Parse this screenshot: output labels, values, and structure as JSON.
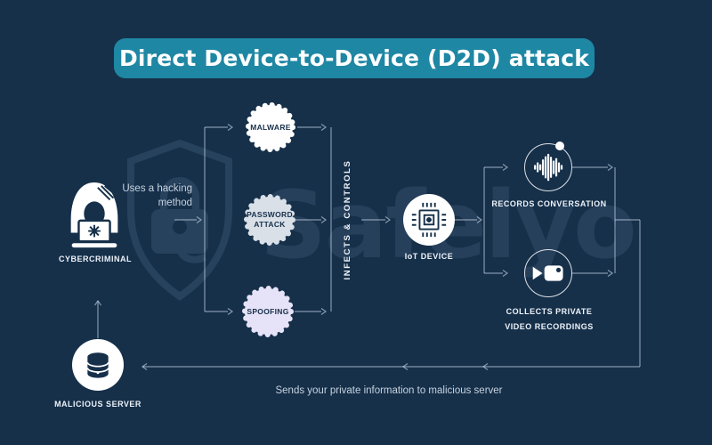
{
  "title": "Direct Device-to-Device (D2D) attack",
  "watermark": {
    "brand": "Safelyo"
  },
  "colors": {
    "background": "#16304a",
    "banner": "#1e87a4",
    "malware_fill": "#ffffff",
    "password_fill": "#d9e0e8",
    "spoofing_fill": "#e6e2f7",
    "line": "#cdduse",
    "label_text": "#eef3f9",
    "dark_text": "#17304a"
  },
  "nodes": {
    "cybercriminal": {
      "label": "CYBERCRIMINAL"
    },
    "malware": {
      "label": "MALWARE"
    },
    "password_attack": {
      "label": "PASSWORD ATTACK"
    },
    "spoofing": {
      "label": "SPOOFING"
    },
    "iot_device": {
      "label": "IoT DEVICE"
    },
    "records_conversation": {
      "label": "RECORDS CONVERSATION"
    },
    "collects_video": {
      "label_line1": "COLLECTS PRIVATE",
      "label_line2": "VIDEO RECORDINGS"
    },
    "malicious_server": {
      "label": "MALICIOUS SERVER"
    }
  },
  "annotations": {
    "uses_hacking_method": "Uses a hacking method",
    "infects_controls": "INFECTS & CONTROLS",
    "sends_info": "Sends your private information to malicious server"
  }
}
